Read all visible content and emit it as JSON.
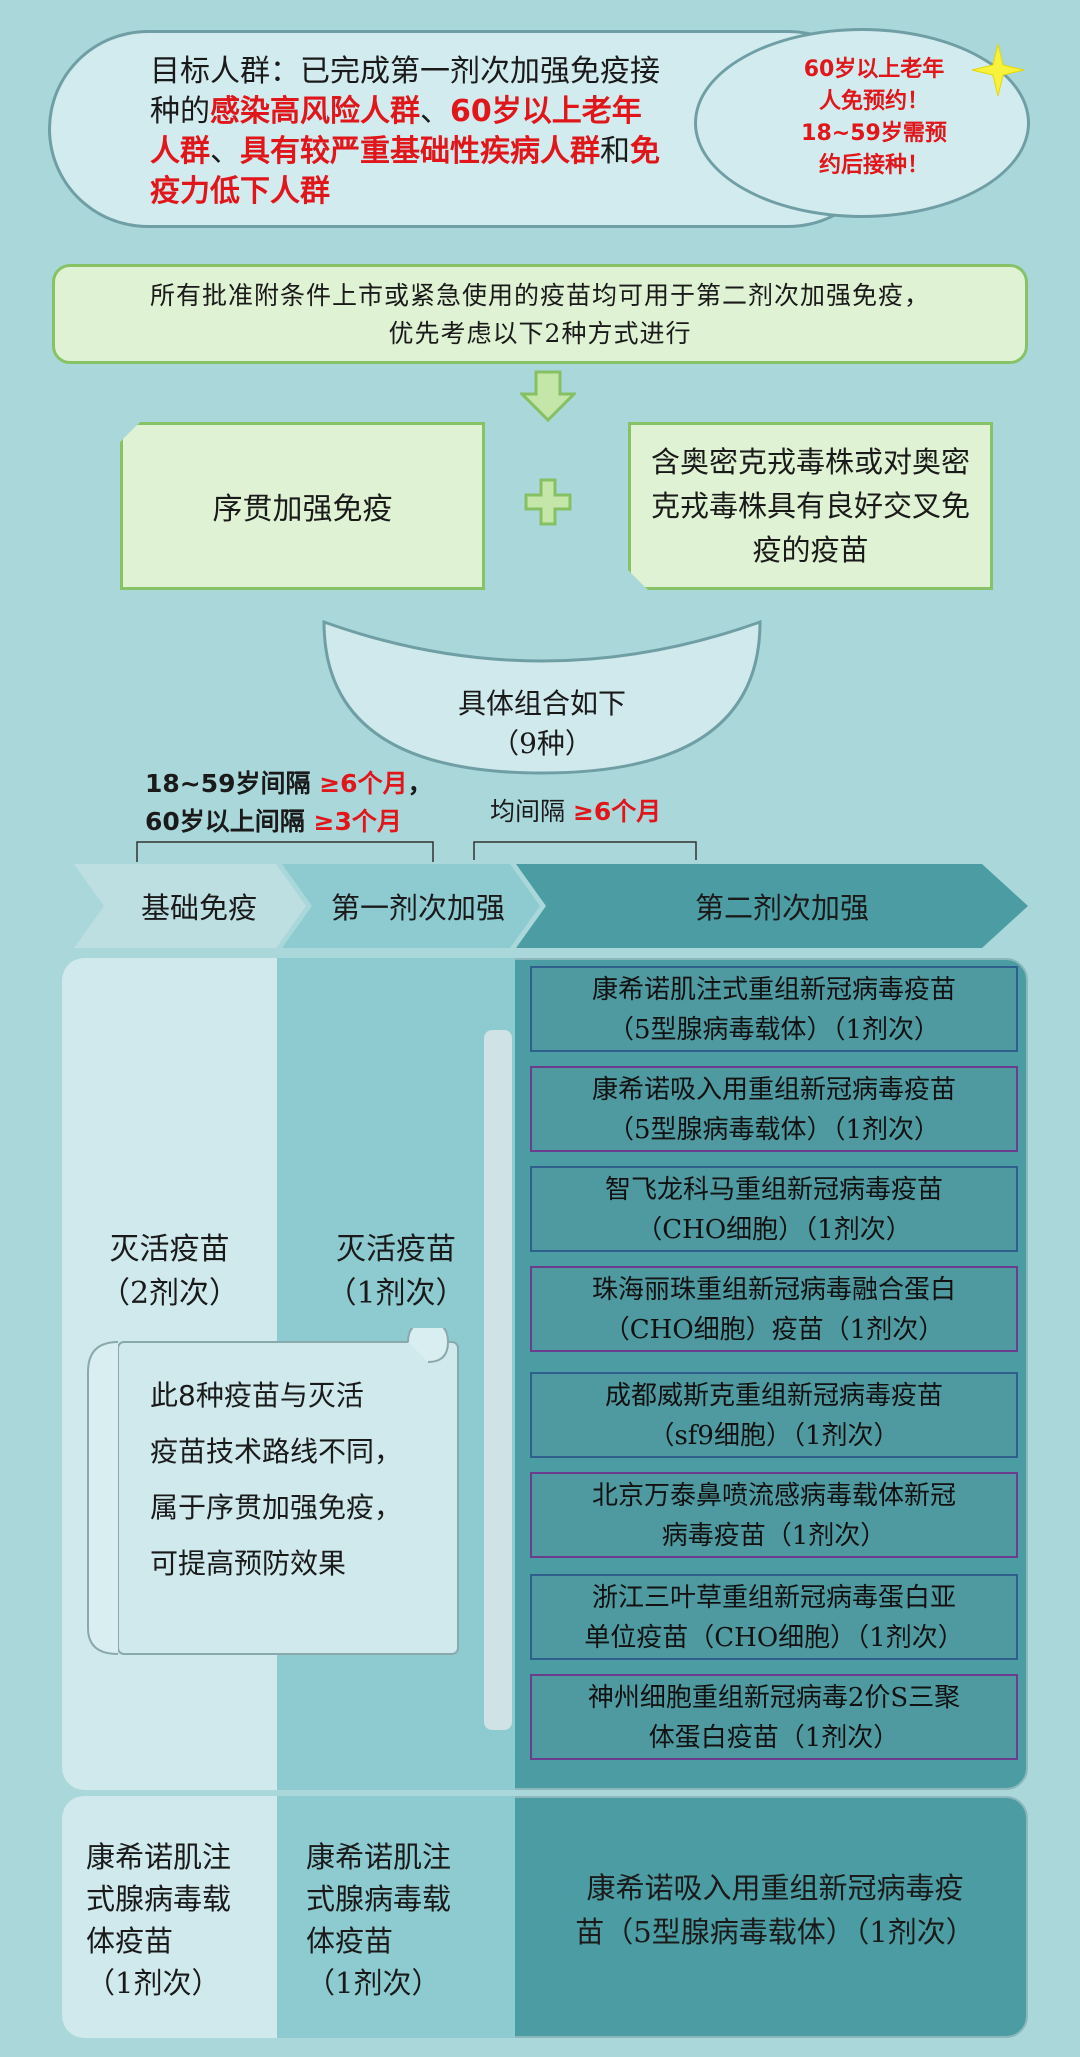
{
  "banner": {
    "label": "目标人群：",
    "text1": "已完成第一剂次加强免疫接种的",
    "g1": "感染高风险人群",
    "sep1": "、",
    "g2": "60岁以上老年人群",
    "sep2": "、",
    "g3": "具有较严重基础性疾病人群",
    "and": "和",
    "g4": "免疫力低下人群"
  },
  "notice": {
    "line1": "60岁以上老年",
    "line2": "人免预约！",
    "line3": "18~59岁需预",
    "line4": "约后接种！"
  },
  "intro": {
    "line1": "所有批准附条件上市或紧急使用的疫苗均可用于第二剂次加强免疫，",
    "line2": "优先考虑以下2种方式进行"
  },
  "option_left": "序贯加强免疫",
  "option_right": "含奥密克戎毒株或对奥密克戎毒株具有良好交叉免疫的疫苗",
  "combo": {
    "line1": "具体组合如下",
    "line2": "（9种）"
  },
  "interval1": {
    "a": "18~59岁间隔 ",
    "a_val": "≥6个月",
    "a_end": "，",
    "b": "60岁以上间隔 ",
    "b_val": "≥3个月"
  },
  "interval2": {
    "a": "均间隔 ",
    "a_val": "≥6个月"
  },
  "stages": [
    "基础免疫",
    "第一剂次加强",
    "第二剂次加强"
  ],
  "primary": {
    "name": "灭活疫苗",
    "dose": "（2剂次）"
  },
  "first_booster": {
    "name": "灭活疫苗",
    "dose": "（1剂次）"
  },
  "vaccines": [
    {
      "line1": "康希诺肌注式重组新冠病毒疫苗",
      "line2": "（5型腺病毒载体）（1剂次）"
    },
    {
      "line1": "康希诺吸入用重组新冠病毒疫苗",
      "line2": "（5型腺病毒载体）（1剂次）"
    },
    {
      "line1": "智飞龙科马重组新冠病毒疫苗",
      "line2": "（CHO细胞）（1剂次）"
    },
    {
      "line1": "珠海丽珠重组新冠病毒融合蛋白",
      "line2": "（CHO细胞）疫苗（1剂次）"
    },
    {
      "line1": "成都威斯克重组新冠病毒疫苗",
      "line2": "（sf9细胞）（1剂次）"
    },
    {
      "line1": "北京万泰鼻喷流感病毒载体新冠",
      "line2": "病毒疫苗（1剂次）"
    },
    {
      "line1": "浙江三叶草重组新冠病毒蛋白亚",
      "line2": "单位疫苗（CHO细胞）（1剂次）"
    },
    {
      "line1": "神州细胞重组新冠病毒2价S三聚",
      "line2": "体蛋白疫苗（1剂次）"
    }
  ],
  "note": {
    "line1": "此8种疫苗与灭活",
    "line2": "疫苗技术路线不同，",
    "line3": "属于序贯加强免疫，",
    "line4": "可提高预防效果"
  },
  "bottom": {
    "c1": {
      "l1": "康希诺肌注",
      "l2": "式腺病毒载",
      "l3": "体疫苗",
      "l4": "（1剂次）"
    },
    "c2": {
      "l1": "康希诺肌注",
      "l2": "式腺病毒载",
      "l3": "体疫苗",
      "l4": "（1剂次）"
    },
    "c3": {
      "l1": "康希诺吸入用重组新冠病毒疫",
      "l2": "苗（5型腺病毒载体）（1剂次）"
    }
  },
  "colors": {
    "background": "#a9d7da",
    "highlight": "#e0161b",
    "green_fill": "#dff2d3",
    "green_border": "#87c267",
    "teal_dark": "#4b9da3"
  },
  "icons": [
    "sparkle-icon",
    "arrow-down-icon",
    "plus-icon"
  ]
}
